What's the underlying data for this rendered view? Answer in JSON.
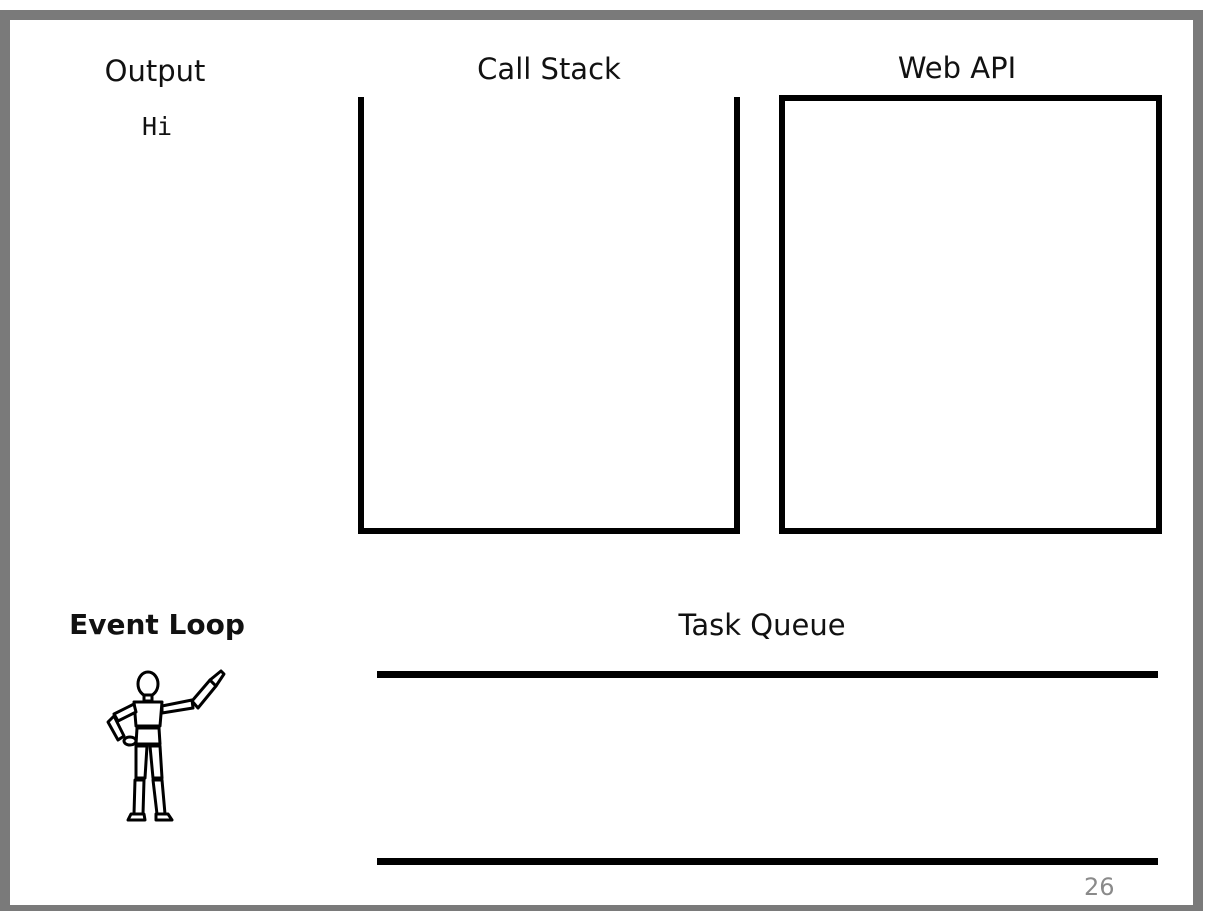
{
  "output": {
    "heading": "Output",
    "lines": [
      "Hi"
    ]
  },
  "call_stack": {
    "heading": "Call Stack"
  },
  "web_api": {
    "heading": "Web API"
  },
  "event_loop": {
    "heading": "Event Loop",
    "icon": "wooden-mannequin-pointing-icon"
  },
  "task_queue": {
    "heading": "Task Queue"
  },
  "slide": {
    "page_number": "26"
  },
  "colors": {
    "frame": "#7a7a7a",
    "ink": "#000000",
    "page_number": "#8a8a8a"
  }
}
